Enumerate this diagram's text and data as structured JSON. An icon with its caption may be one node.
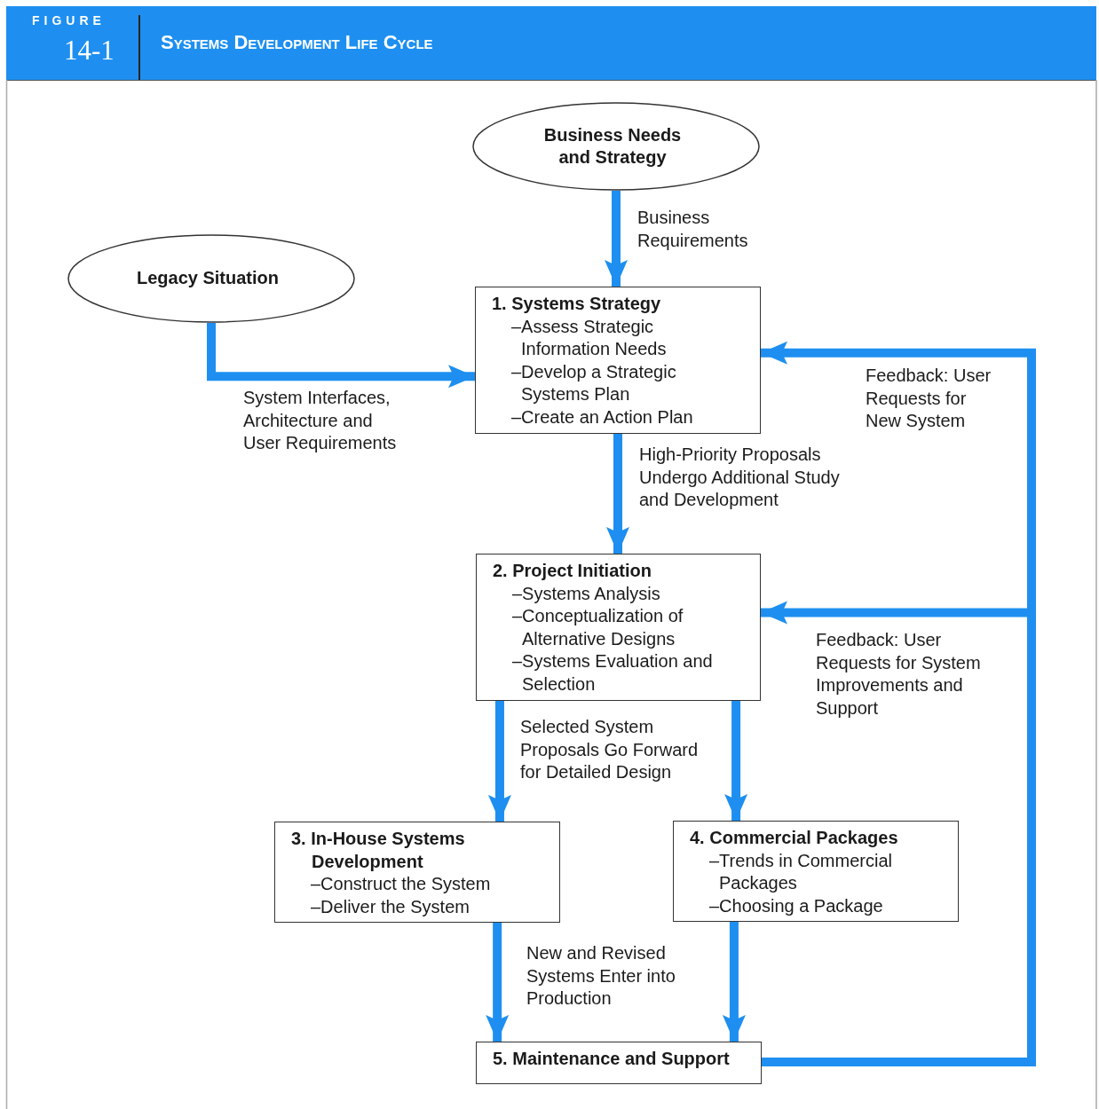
{
  "diagram": {
    "title": "Systems Development Life Cycle",
    "nodes": [
      {
        "text": [
          "Business Needs and Strategy"
        ]
      },
      {
        "text": [
          "Legacy Situation"
        ]
      },
      {
        "text": [
          "1. Systems Strategy",
          "–Assess Strategic Information Needs",
          "–Develop a Strategic Systems Plan",
          "–Create an Action Plan"
        ]
      },
      {
        "text": [
          "2. Project Initiation",
          "–Systems Analysis",
          "–Conceptualization of Alternative Designs",
          "–Systems Evaluation and Selection"
        ]
      },
      {
        "text": [
          "3. In-House Systems Development",
          "–Construct the System",
          "–Deliver the System"
        ]
      },
      {
        "text": [
          "4. Commercial Packages",
          "–Trends in Commercial Packages",
          "–Choosing a Package"
        ]
      },
      {
        "text": [
          "5. Maintenance and Support"
        ]
      }
    ],
    "edges": [
      {
        "from": 0,
        "to": 2,
        "arrow": "to",
        "label": "Business Requirements"
      },
      {
        "from": 1,
        "to": 2,
        "arrow": "to",
        "label": "System Interfaces, Architecture and User Requirements"
      },
      {
        "from": 2,
        "to": 3,
        "arrow": "to",
        "label": "High-Priority Proposals Undergo Additional Study and Development"
      },
      {
        "from": 3,
        "to": 4,
        "arrow": "to",
        "label": "Selected System Proposals Go Forward for Detailed Design"
      },
      {
        "from": 3,
        "to": 5,
        "arrow": "to"
      },
      {
        "from": 4,
        "to": 6,
        "arrow": "to",
        "label": "New and Revised Systems Enter into Production"
      },
      {
        "from": 5,
        "to": 6,
        "arrow": "to"
      },
      {
        "from": 6,
        "to": 2,
        "arrow": "to",
        "label": "Feedback: User Requests for New System"
      },
      {
        "from": 6,
        "to": 3,
        "arrow": "to",
        "label": "Feedback: User Requests for System Improvements and Support"
      }
    ],
    "labels": [
      "FIGURE",
      "14-1"
    ]
  }
}
